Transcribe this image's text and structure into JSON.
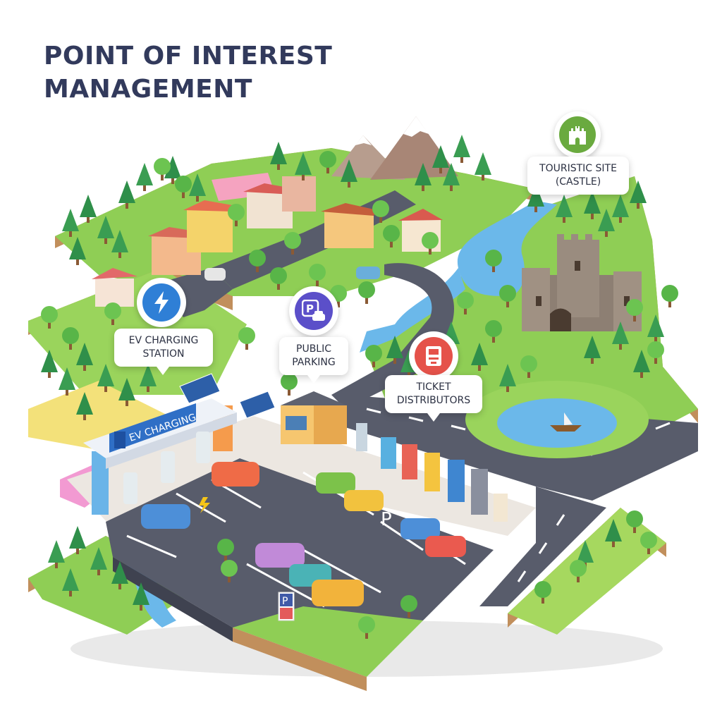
{
  "title": {
    "line1": "POINT OF INTEREST",
    "line2": "MANAGEMENT"
  },
  "points_of_interest": {
    "tourist_site": {
      "label_line1": "TOURISTIC SITE",
      "label_line2": "(CASTLE)",
      "icon": "castle-icon",
      "color": "#6aaa3f"
    },
    "ev_charging": {
      "label_line1": "EV CHARGING",
      "label_line2": "STATION",
      "icon": "lightning-bolt-icon",
      "color": "#2f7fd6"
    },
    "public_parking": {
      "label_line1": "PUBLIC",
      "label_line2": "PARKING",
      "icon": "parking-car-icon",
      "color": "#5b4fc9"
    },
    "ticket_distributors": {
      "label_line1": "TICKET",
      "label_line2": "DISTRIBUTORS",
      "icon": "ticket-machine-icon",
      "color": "#e5524a"
    }
  },
  "ev_station_sign": {
    "text": "EV CHARGING"
  },
  "parking_sign": {
    "letter": "P"
  },
  "colors": {
    "title": "#323a5c",
    "grass": "#8fce55",
    "road": "#585c6b",
    "water": "#69b9ec",
    "soil": "#caa06d",
    "sidewalk": "#ece7e1"
  }
}
